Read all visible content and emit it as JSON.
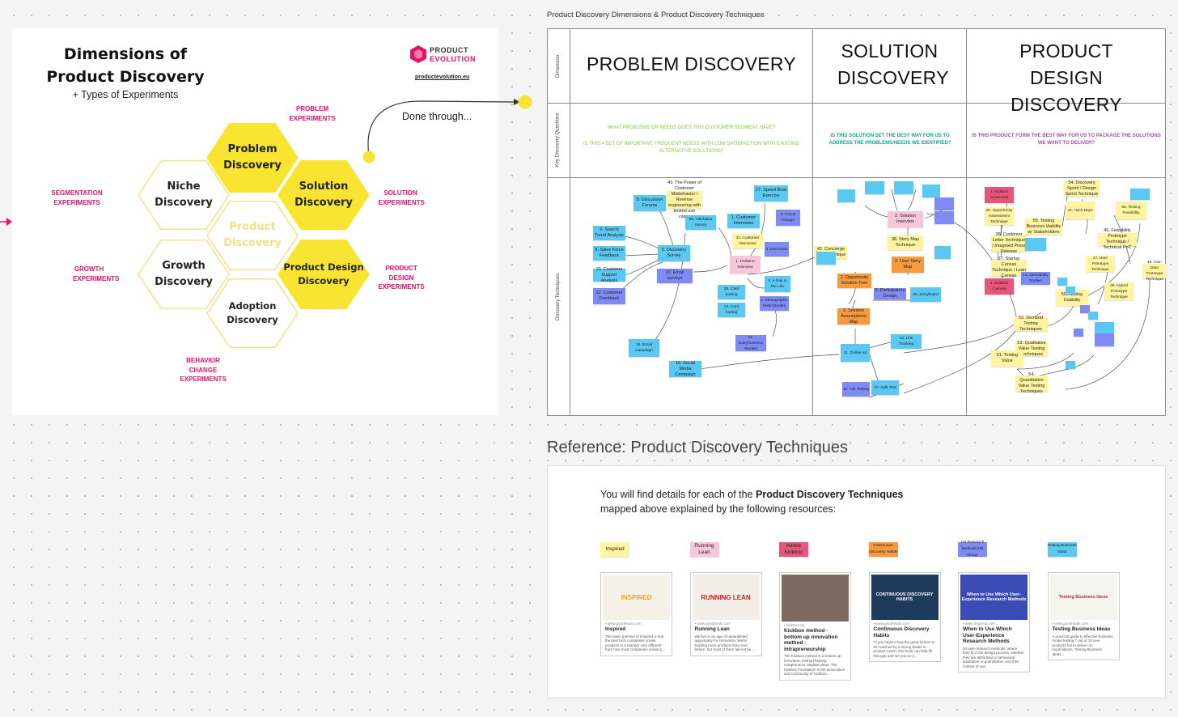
{
  "left_card": {
    "title": "Dimensions of Product Discovery",
    "subtitle": "+ Types of Experiments",
    "logo_line1": "PRODUCT",
    "logo_line2": "EVOLUTION",
    "logo_url": "productevolution.eu",
    "hexagons": [
      {
        "name": "problem-discovery",
        "label": "Problem Discovery",
        "fill": "#f9e531"
      },
      {
        "name": "niche-discovery",
        "label": "Niche Discovery",
        "fill": "#ffffff"
      },
      {
        "name": "solution-discovery",
        "label": "Solution Discovery",
        "fill": "#f9e531"
      },
      {
        "name": "product-discovery",
        "label": "Product Discovery",
        "fill": "#ffffff"
      },
      {
        "name": "growth-discovery",
        "label": "Growth Discovery",
        "fill": "#ffffff"
      },
      {
        "name": "product-design-discovery",
        "label": "Product Design Discovery",
        "fill": "#f9e531"
      },
      {
        "name": "adoption-discovery",
        "label": "Adoption Discovery",
        "fill": "#ffffff"
      }
    ],
    "experiments": [
      {
        "name": "problem-experiments",
        "label": "PROBLEM EXPERIMENTS"
      },
      {
        "name": "segmentation-experiments",
        "label": "SEGMENTATION EXPERIMENTS"
      },
      {
        "name": "solution-experiments",
        "label": "SOLUTION EXPERIMENTS"
      },
      {
        "name": "growth-experiments",
        "label": "GROWTH EXPERIMENTS"
      },
      {
        "name": "product-design-experiments",
        "label": "PRODUCT DESIGN EXPERIMENTS"
      },
      {
        "name": "behavior-change-experiments",
        "label": "BEHAVIOR CHANGE EXPERIMENTS"
      }
    ],
    "done_through": "Done through...",
    "accent_color": "#e5126a",
    "hex_yellow": "#f9e531"
  },
  "board": {
    "title": "Product Discovery Dimensions & Product Discovery Techniques",
    "row_labels": [
      "Dimension",
      "Key Discovery Questions",
      "Discovery Techniques"
    ],
    "columns": [
      {
        "name": "problem-discovery",
        "heading": "PROBLEM DISCOVERY",
        "questions": [
          "WHAT PROBLEMS OR NEEDS DOES THIS CUSTOMER SEGMENT HAVE?",
          "IS THIS A SET OF IMPORTANT, FREQUENT NEEDS WITH LOW SATISFACTION WITH EXISTING ALTERNATIVE SOLUTIONS?"
        ],
        "question_color": "#8cc63f"
      },
      {
        "name": "solution-discovery",
        "heading": "SOLUTION DISCOVERY",
        "questions": [
          "IS THIS SOLUTION SET THE BEST WAY FOR US TO ADDRESS THE PROBLEMS/NEEDS WE IDENTIFIED?"
        ],
        "question_color": "#1a9e8f"
      },
      {
        "name": "product-design-discovery",
        "heading": "PRODUCT DESIGN DISCOVERY",
        "questions": [
          "IS THIS PRODUCT FORM THE BEST WAY FOR US TO PACKAGE THE SOLUTIONS WE WANT TO DELIVER?"
        ],
        "question_color": "#a052a7"
      }
    ],
    "stickies": [
      {
        "t": "8. Discussion Forums",
        "c": "#5ac8f0"
      },
      {
        "t": "43. The Power of Customer Misbehavior / Reverse engineering with limited use cases",
        "c": "#fff4a0"
      },
      {
        "t": "27. Speed Boat Exercise",
        "c": "#5ac8f0"
      },
      {
        "t": "39. Validation Survey",
        "c": "#5ac8f0"
      },
      {
        "t": "1. Customer Interviews",
        "c": "#5ac8f0"
      },
      {
        "t": "4. Focus Groups",
        "c": "#7e8bf5"
      },
      {
        "t": "6. Search Trend Analysis",
        "c": "#5ac8f0"
      },
      {
        "t": "41. Customer Interviews",
        "c": "#fff4a0"
      },
      {
        "t": "9. Sales Force Feedback",
        "c": "#5ac8f0"
      },
      {
        "t": "5. Discovery Survey",
        "c": "#5ac8f0"
      },
      {
        "t": "3. Interviews",
        "c": "#7e8bf5"
      },
      {
        "t": "1. Problem Interview",
        "c": "#f7c6d9"
      },
      {
        "t": "10. Customer Support Analysis",
        "c": "#5ac8f0"
      },
      {
        "t": "20. Email surveys",
        "c": "#7e8bf5"
      },
      {
        "t": "4. A Day in the Life",
        "c": "#5ac8f0"
      },
      {
        "t": "12. Customer Feedback",
        "c": "#7e8bf5"
      },
      {
        "t": "28. Card Sorting",
        "c": "#5ac8f0"
      },
      {
        "t": "14. Card Sorting",
        "c": "#5ac8f0"
      },
      {
        "t": "2. Ethnographic Field Studies",
        "c": "#7e8bf5"
      },
      {
        "t": "21. Diary/Camera Studies",
        "c": "#7e8bf5"
      },
      {
        "t": "15. Email Campaign",
        "c": "#5ac8f0"
      },
      {
        "t": "16. Social Media Campaign",
        "c": "#5ac8f0"
      },
      {
        "t": "2. Solution Interview",
        "c": "#f7c6d9"
      },
      {
        "t": "38. Story Map Technique",
        "c": "#fff4a0"
      },
      {
        "t": "42. Concierge Test Technique",
        "c": "#fff4a0"
      },
      {
        "t": "2. User Story Map",
        "c": "#f79a3e"
      },
      {
        "t": "1. Opportunity Solution Tree",
        "c": "#f79a3e"
      },
      {
        "t": "3. Participatory Design",
        "c": "#7e8bf5"
      },
      {
        "t": "20. Storyboard",
        "c": "#5ac8f0"
      },
      {
        "t": "3. Solution Assumptions Map",
        "c": "#f79a3e"
      },
      {
        "t": "12. Link Tracking",
        "c": "#5ac8f0"
      },
      {
        "t": "11. Online Ad",
        "c": "#5ac8f0"
      },
      {
        "t": "16. A/B Testing",
        "c": "#7e8bf5"
      },
      {
        "t": "37. Split Test",
        "c": "#5ac8f0"
      },
      {
        "t": "2. Kickbox Scorecard",
        "c": "#e8557a"
      },
      {
        "t": "35. Opportunity Assessment Technique",
        "c": "#fff4a0"
      },
      {
        "t": "54. Discovery Sprint / Design Sprint Technique",
        "c": "#fff4a0"
      },
      {
        "t": "44. Hack Days",
        "c": "#fff4a0"
      },
      {
        "t": "55. Testing Feasibility",
        "c": "#fff4a0"
      },
      {
        "t": "55. Testing Business Viability w/ Stakeholders",
        "c": "#fff4a0"
      },
      {
        "t": "36. Customer Letter Technique / Imagined Press Release",
        "c": "#fff4a0"
      },
      {
        "t": "46. Feasibility Prototype Technique / Technical PoC",
        "c": "#fff4a0"
      },
      {
        "t": "37. Startup Canvas Technique / Lean Canvas",
        "c": "#fff4a0"
      },
      {
        "t": "47. User Prototype Technique",
        "c": "#fff4a0"
      },
      {
        "t": "48. Live-Data Prototype Technique",
        "c": "#fff4a0"
      },
      {
        "t": "1. Kickbox Canvas",
        "c": "#e8557a"
      },
      {
        "t": "13. Desirability Studies",
        "c": "#7e8bf5"
      },
      {
        "t": "50. Testing Usability",
        "c": "#fff4a0"
      },
      {
        "t": "49. Hybrid Prototype Technique",
        "c": "#fff4a0"
      },
      {
        "t": "52. Demand Testing Techniques",
        "c": "#fff4a0"
      },
      {
        "t": "53. Qualitative Value Testing Techniques",
        "c": "#fff4a0"
      },
      {
        "t": "51. Testing Value",
        "c": "#fff4a0"
      },
      {
        "t": "54. Quantitative Value Testing Techniques",
        "c": "#fff4a0"
      }
    ]
  },
  "reference": {
    "heading": "Reference: Product Discovery Techniques",
    "intro_prefix": "You will find details for each of the ",
    "intro_bold": "Product Discovery Techniques",
    "intro_suffix": " mapped above explained by the following resources:",
    "resources": [
      {
        "name": "inspired",
        "tag": "Inspired",
        "tag_color": "#fff4a0",
        "thumb": "INSPIRED",
        "thumb_bg": "#f5f1e6",
        "thumb_fg": "#f0a030",
        "domain": "www.goodreads.com",
        "title": "Inspired",
        "desc": "The basic premise of Inspired is that the best tech companies create products in a manner very different from how most companies create p..."
      },
      {
        "name": "running-lean",
        "tag": "Running Lean",
        "tag_color": "#f7c6d9",
        "thumb": "RUNNING LEAN",
        "thumb_bg": "#f3efe6",
        "thumb_fg": "#c4262e",
        "domain": "www.goodreads.com",
        "title": "Running Lean",
        "desc": "We live in an age of unparalleled opportunity for innovation. We're building more products than ever before, but most of them fail-not be..."
      },
      {
        "name": "adobe-kickbox",
        "tag": "Adobe Kickbox",
        "tag_color": "#e8557a",
        "thumb": "",
        "thumb_bg": "#7a6a60",
        "thumb_fg": "#ffffff",
        "domain": "kickbox.org",
        "title": "Kickbox method - bottom up innovation method - intrapreneurship",
        "desc": "The Kickbox method is a bottom up innovation method helping intrapreneurs validate ideas. The Kickbox Foundation is the association and community of Kickbox..."
      },
      {
        "name": "continuous-discovery-habits",
        "tag": "Continuous Discovery Habits",
        "tag_color": "#f79a3e",
        "thumb": "CONTINUOUS DISCOVERY HABITS",
        "thumb_bg": "#1e3a5c",
        "thumb_fg": "#ffffff",
        "domain": "www.goodreads.com",
        "title": "Continuous Discovery Habits",
        "desc": "\"If you haven't had the good fortune to be coached by a strong leader in product coach, this book can help fill that gap and set you on y..."
      },
      {
        "name": "ux-research-methods",
        "tag": "UX Research Methods NN Group",
        "tag_color": "#7e8bf5",
        "thumb": "When to Use Which User-Experience Research Methods",
        "thumb_bg": "#3a4bb5",
        "thumb_fg": "#ffffff",
        "domain": "www.nngroup.com",
        "title": "When to Use Which User-Experience Research Methods",
        "desc": "20 user-research methods: where they fit in the design process, whether they are attitudinal or behavioral, qualitative or quantitative, and their context of use."
      },
      {
        "name": "testing-business-ideas",
        "tag": "Testing Business Ideas",
        "tag_color": "#5ac8f0",
        "thumb": "Testing Business Ideas",
        "thumb_bg": "#f5f5f0",
        "thumb_fg": "#c4262e",
        "domain": "www.goodreads.com",
        "title": "Testing Business Ideas",
        "desc": "A practical guide to effective business model testing 7 out of 10 new products fail to deliver on expectations. Testing Business Ideas..."
      }
    ]
  }
}
